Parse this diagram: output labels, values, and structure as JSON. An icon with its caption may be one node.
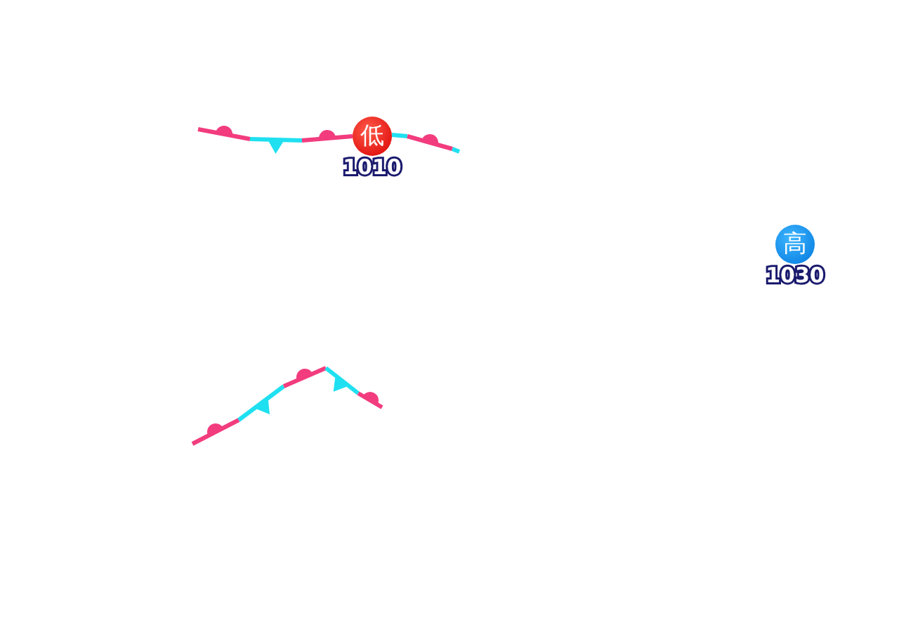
{
  "diagram": {
    "nodes": [
      {
        "text": [
          "低"
        ],
        "beside": [
          "1010"
        ]
      },
      {
        "text": [
          "高"
        ],
        "beside": [
          "1030"
        ]
      }
    ]
  }
}
